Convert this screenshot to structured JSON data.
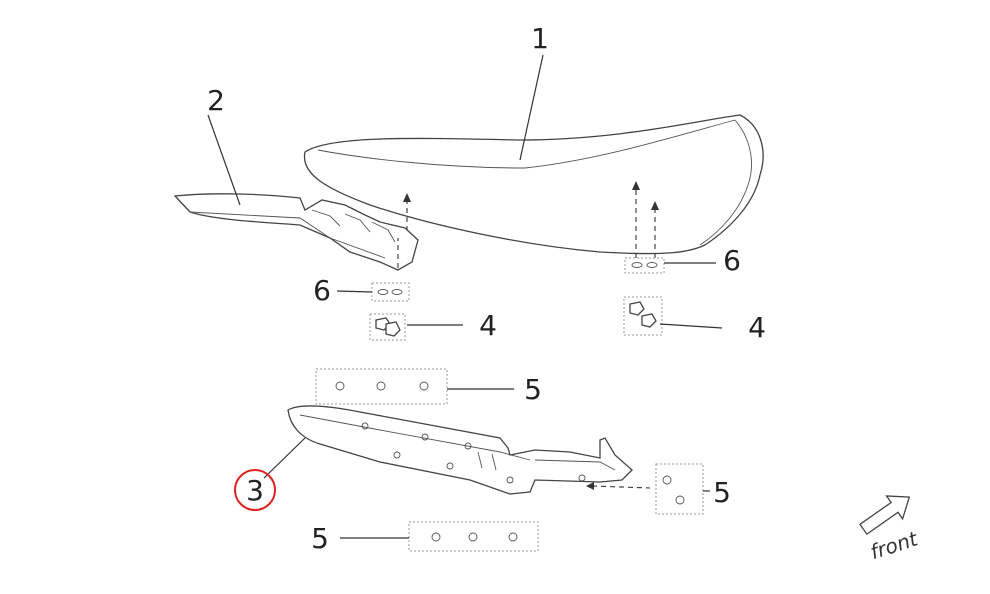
{
  "callouts": {
    "seat": "1",
    "rear_bracket": "2",
    "base_frame": "3",
    "nut_left": "4",
    "nut_right": "4",
    "bolt_top": "5",
    "bolt_right": "5",
    "bolt_bottom": "5",
    "washer_left": "6",
    "washer_right": "6"
  },
  "orientation": {
    "label": "front"
  },
  "highlight_color": "#e02020"
}
